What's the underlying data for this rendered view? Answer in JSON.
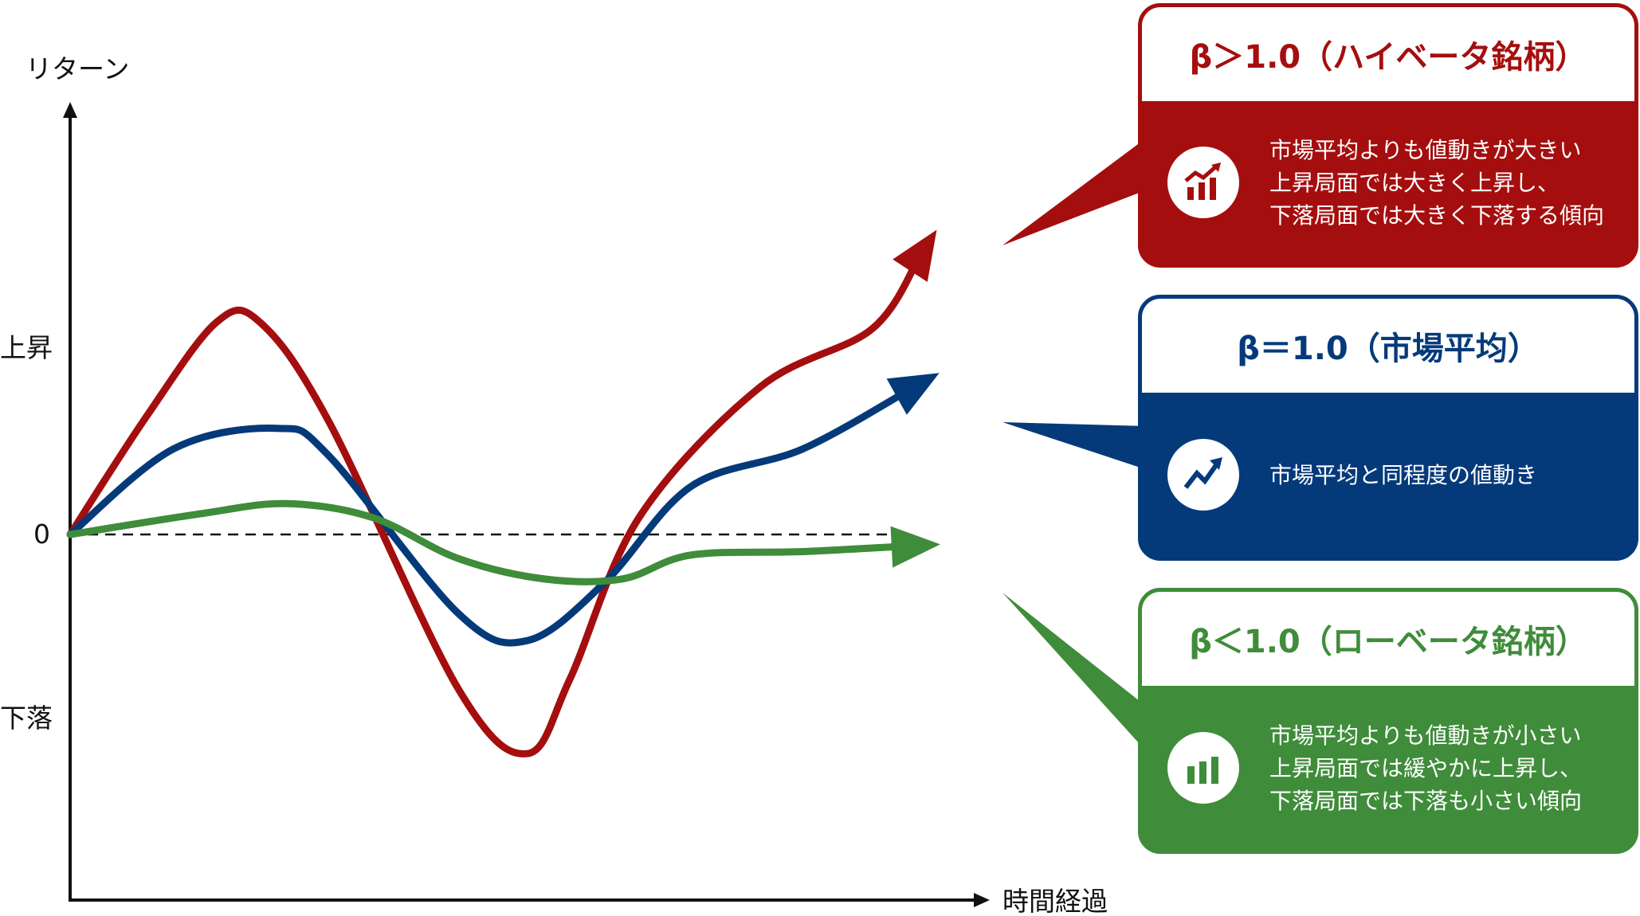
{
  "chart_data": {
    "type": "line",
    "ylabel": "リターン",
    "xlabel": "時間経過",
    "y_tick_labels": {
      "up": "上昇",
      "zero": "0",
      "down": "下落"
    },
    "baseline": "dashed at 0",
    "series": [
      {
        "name": "β＞1.0（ハイベータ銘柄）",
        "color": "#a50e0e",
        "points": [
          [
            0,
            0
          ],
          [
            0.09,
            0.35
          ],
          [
            0.17,
            0.62
          ],
          [
            0.22,
            0.62
          ],
          [
            0.3,
            0.33
          ],
          [
            0.45,
            -0.45
          ],
          [
            0.53,
            -0.64
          ],
          [
            0.58,
            -0.42
          ],
          [
            0.66,
            0.05
          ],
          [
            0.8,
            0.43
          ],
          [
            0.93,
            0.6
          ],
          [
            1.0,
            0.87
          ]
        ]
      },
      {
        "name": "β＝1.0（市場平均）",
        "color": "#053a7a",
        "points": [
          [
            0,
            0
          ],
          [
            0.12,
            0.25
          ],
          [
            0.24,
            0.31
          ],
          [
            0.3,
            0.23
          ],
          [
            0.45,
            -0.23
          ],
          [
            0.53,
            -0.31
          ],
          [
            0.62,
            -0.14
          ],
          [
            0.72,
            0.14
          ],
          [
            0.85,
            0.25
          ],
          [
            1.0,
            0.46
          ]
        ]
      },
      {
        "name": "β＜1.0（ローベータ銘柄）",
        "color": "#3f8c3a",
        "points": [
          [
            0,
            0
          ],
          [
            0.15,
            0.06
          ],
          [
            0.25,
            0.09
          ],
          [
            0.35,
            0.05
          ],
          [
            0.45,
            -0.07
          ],
          [
            0.55,
            -0.13
          ],
          [
            0.64,
            -0.13
          ],
          [
            0.72,
            -0.06
          ],
          [
            0.85,
            -0.05
          ],
          [
            1.0,
            -0.03
          ]
        ]
      }
    ]
  },
  "cards": [
    {
      "key": "high",
      "title": "β＞1.0（ハイベータ銘柄）",
      "color": "#a50e0e",
      "icon": "bar-chart-rising-icon",
      "lines": [
        "市場平均よりも値動きが大きい",
        "上昇局面では大きく上昇し、",
        "下落局面では大きく下落する傾向"
      ]
    },
    {
      "key": "avg",
      "title": "β＝1.0（市場平均）",
      "color": "#053a7a",
      "icon": "trend-up-icon",
      "lines": [
        "市場平均と同程度の値動き"
      ]
    },
    {
      "key": "low",
      "title": "β＜1.0（ローベータ銘柄）",
      "color": "#3f8c3a",
      "icon": "bar-chart-icon",
      "lines": [
        "市場平均よりも値動きが小さい",
        "上昇局面では緩やかに上昇し、",
        "下落局面では下落も小さい傾向"
      ]
    }
  ]
}
